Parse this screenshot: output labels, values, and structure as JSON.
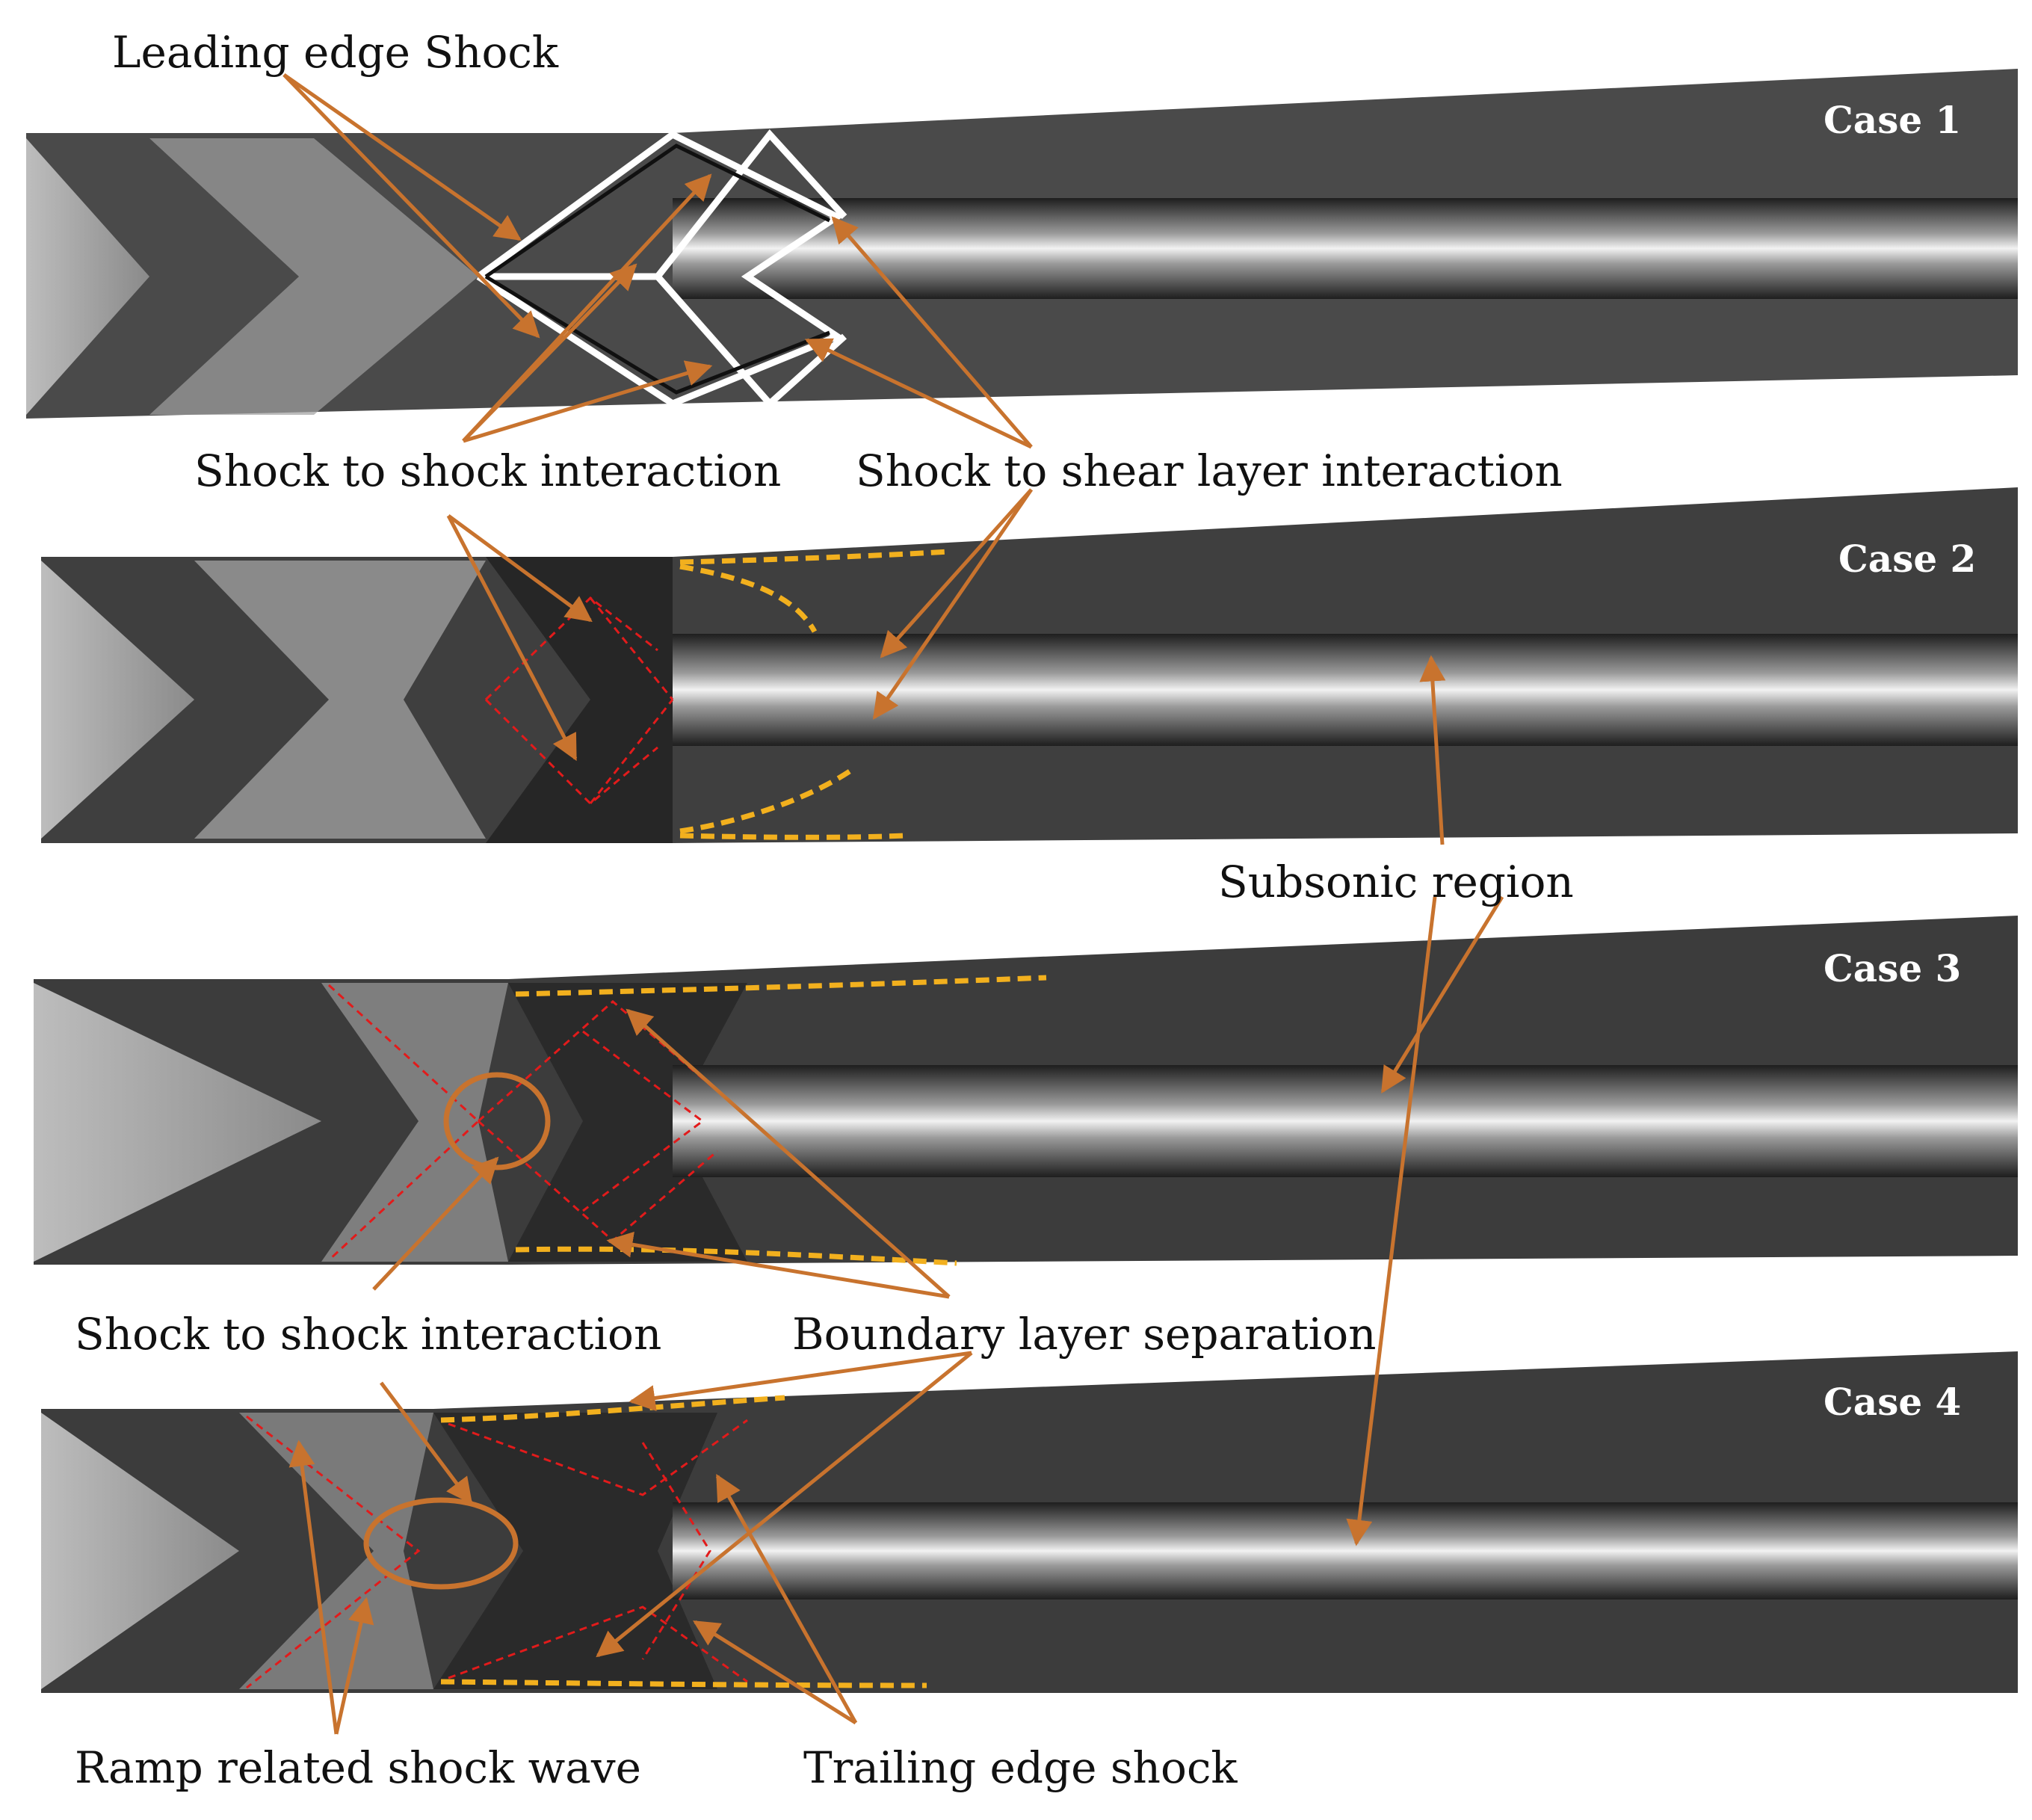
{
  "colors": {
    "arrow": "#c8732e",
    "boundary_layer": "#f2b01e",
    "shock_line": "#e21b1b",
    "flow_dark": "#3a3a3a",
    "flow_light": "#e8e8e8",
    "label_text": "#111111",
    "case_text": "#ffffff"
  },
  "cases": [
    {
      "id": "case-1",
      "label": "Case 1"
    },
    {
      "id": "case-2",
      "label": "Case 2"
    },
    {
      "id": "case-3",
      "label": "Case 3"
    },
    {
      "id": "case-4",
      "label": "Case 4"
    }
  ],
  "annotations": {
    "leading_edge_shock": "Leading edge Shock",
    "shock_to_shock_interaction_1": "Shock to shock interaction",
    "shock_to_shear_layer_interaction": "Shock to shear layer interaction",
    "subsonic_region": "Subsonic region",
    "shock_to_shock_interaction_2": "Shock to shock interaction",
    "boundary_layer_separation": "Boundary layer separation",
    "ramp_related_shock_wave": "Ramp related shock wave",
    "trailing_edge_shock": "Trailing edge shock"
  }
}
